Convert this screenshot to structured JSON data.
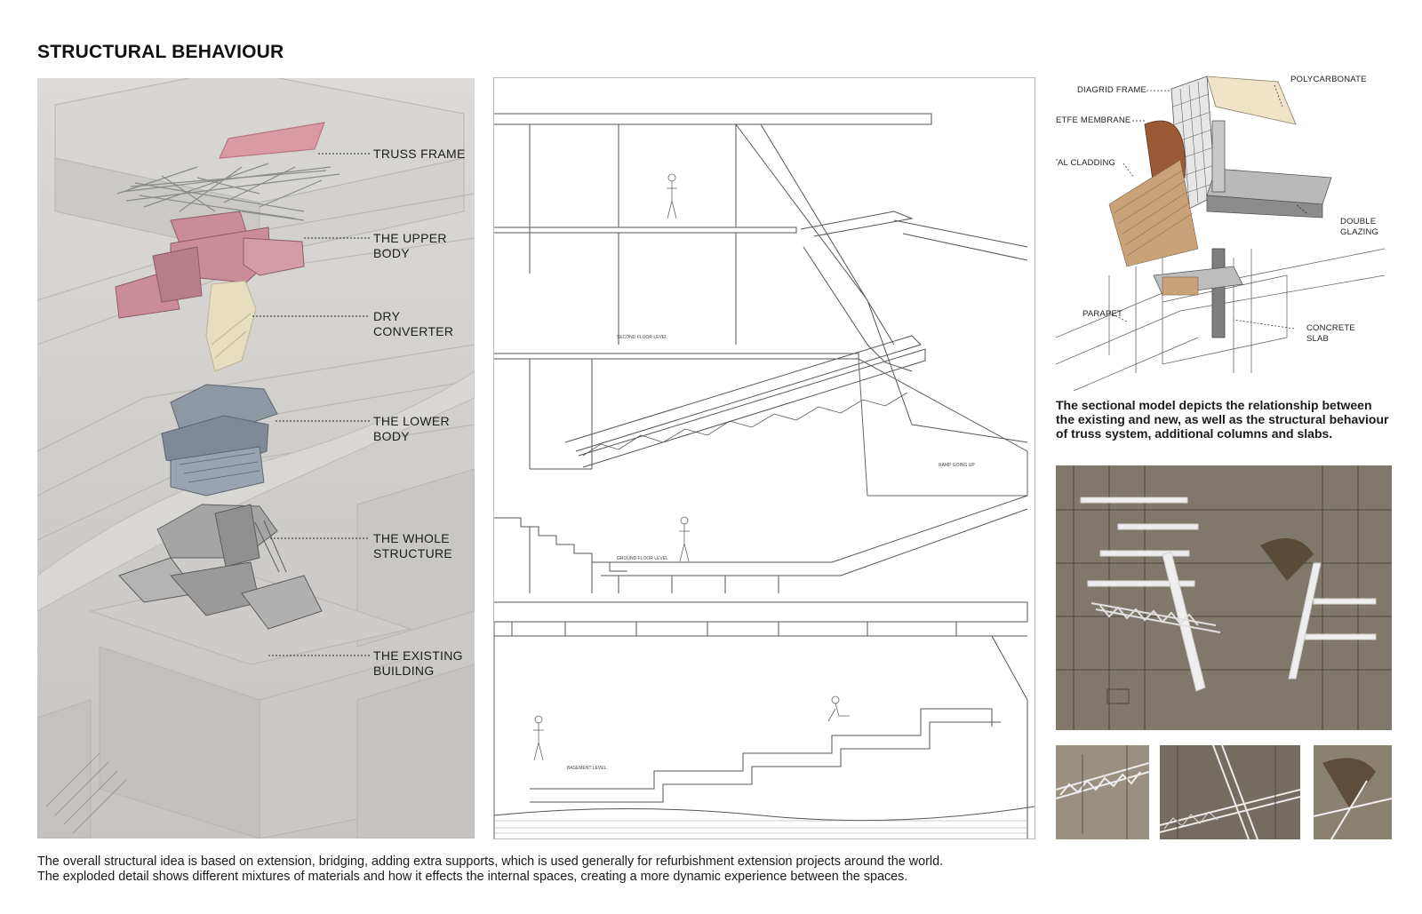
{
  "title": "STRUCTURAL BEHAVIOUR",
  "exploded_labels": [
    {
      "text": "TRUSS FRAME"
    },
    {
      "text": "THE UPPER\nBODY"
    },
    {
      "text": "DRY\nCONVERTER"
    },
    {
      "text": "THE LOWER\nBODY"
    },
    {
      "text": "THE WHOLE\nSTRUCTURE"
    },
    {
      "text": "THE EXISTING\nBUILDING"
    }
  ],
  "section_labels": {
    "second_floor": "SECOND FLOOR LEVEL",
    "ground_floor": "GROUND FLOOR LEVEL",
    "basement": "BASEMENT LEVEL",
    "ramp": "RAMP GOING UP"
  },
  "model_labels": {
    "diagrid": "DIAGRID FRAME",
    "polycarbonate": "POLYCARBONATE",
    "etfe": "ETFE MEMBRANE",
    "metal": "METAL CLADDING",
    "double_glazing": "DOUBLE\nGLAZING",
    "parapet": "PARAPET",
    "concrete_slab": "CONCRETE\nSLAB"
  },
  "description": "The sectional model depicts the relationship between the existing and new, as well as the structural behaviour of truss system, additional columns and slabs.",
  "caption_lines": [
    "The overall structural idea is based on extension, bridging, adding extra supports, which is used generally for refurbishment extension projects around the world.",
    "The exploded detail shows different mixtures of materials and how it effects the internal spaces, creating a more dynamic experience between the spaces."
  ]
}
